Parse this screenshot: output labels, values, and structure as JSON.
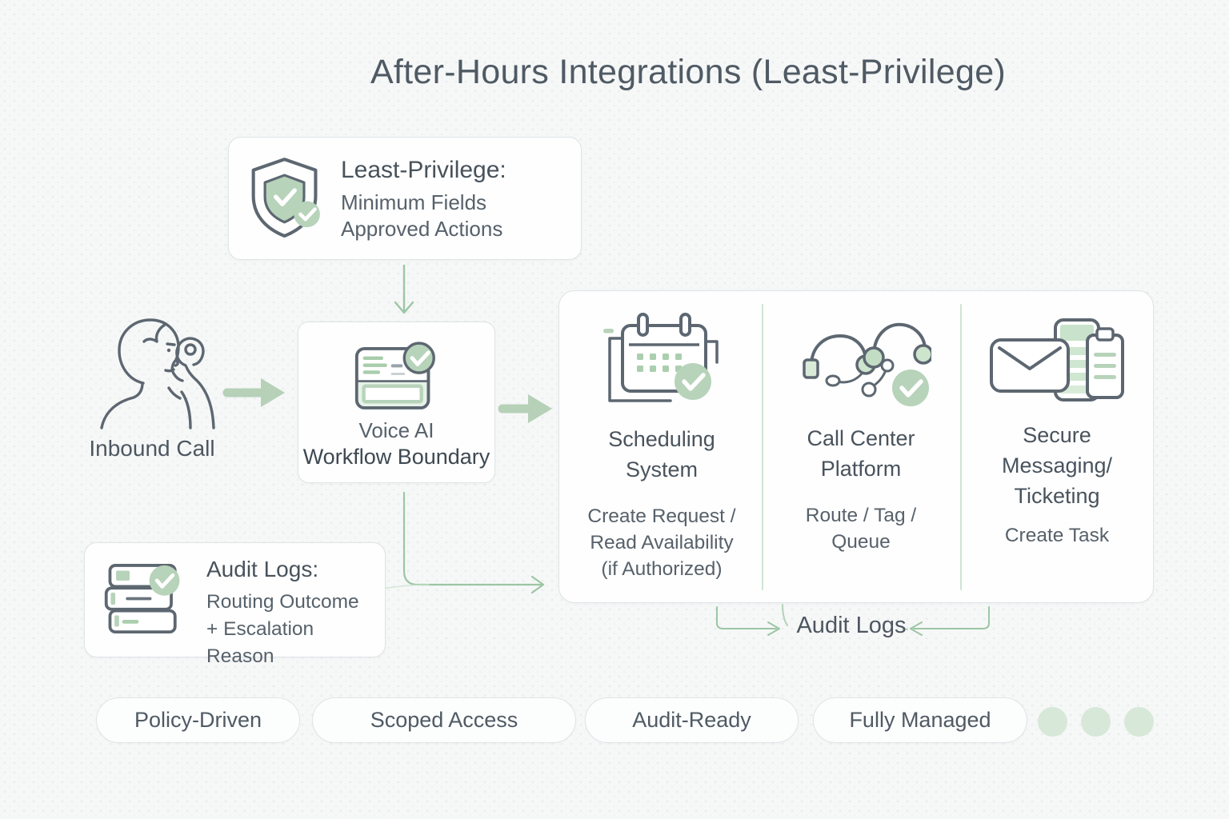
{
  "title": "After-Hours Integrations (Least-Privilege)",
  "least_privilege": {
    "heading": "Least-Privilege:",
    "lines": [
      "Minimum Fields",
      "Approved Actions"
    ],
    "icon": "shield-check-icon"
  },
  "inbound_call": {
    "label": "Inbound Call",
    "icon": "person-on-phone-icon"
  },
  "voice_ai": {
    "line1": "Voice AI",
    "line2": "Workflow Boundary",
    "icon": "approved-form-check-icon"
  },
  "integrations": {
    "columns": [
      {
        "icon": "calendar-check-icon",
        "title_lines": [
          "Scheduling",
          "System"
        ],
        "action_lines": [
          "Create Request /",
          "Read Availability",
          "(if Authorized)"
        ]
      },
      {
        "icon": "headsets-check-icon",
        "title_lines": [
          "Call Center",
          "Platform"
        ],
        "action_lines": [
          "Route / Tag /",
          "Queue"
        ]
      },
      {
        "icon": "mail-phone-clipboard-icon",
        "title_lines": [
          "Secure",
          "Messaging/",
          "Ticketing"
        ],
        "action_lines": [
          "Create Task"
        ]
      }
    ]
  },
  "audit_box": {
    "heading": "Audit Logs:",
    "lines": [
      "Routing Outcome",
      "+ Escalation Reason"
    ],
    "icon": "log-stack-check-icon"
  },
  "audit_flow_label": "Audit Logs",
  "badges": [
    "Policy-Driven",
    "Scoped Access",
    "Audit-Ready",
    "Fully Managed"
  ],
  "colors": {
    "ink": "#4f5a64",
    "ink_dark": "#3e4852",
    "icon_stroke": "#5d6771",
    "accent_green": "#b7d3ba",
    "accent_green_light": "#d7e8d8",
    "line_green": "#9cc6a4",
    "card_border": "#dfe4e7",
    "card_bg": "#fdfefd",
    "page_bg": "#f6f7f7"
  }
}
